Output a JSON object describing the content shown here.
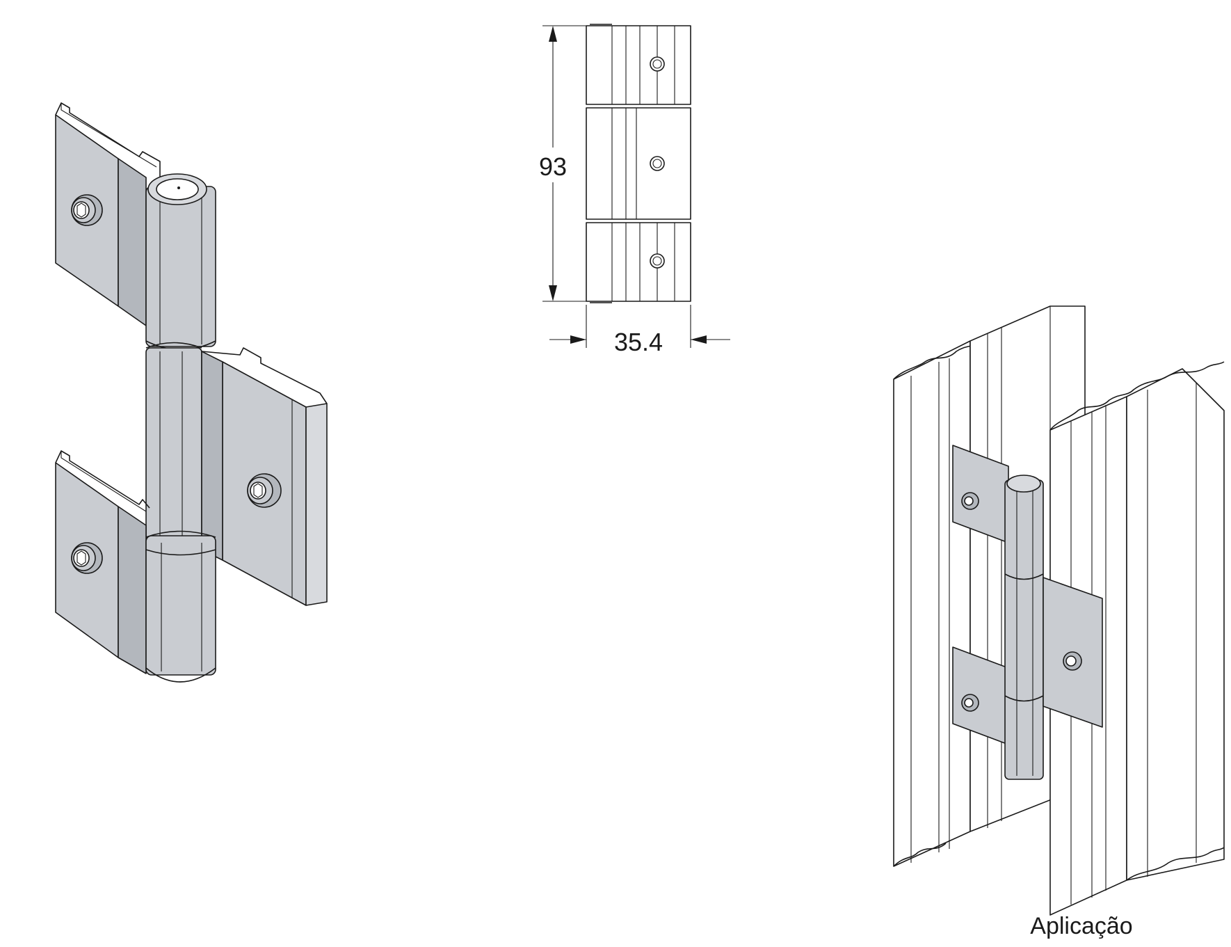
{
  "dimensions": {
    "height_value": "93",
    "width_value": "35.4"
  },
  "application_caption": "Aplicação",
  "colors": {
    "metal": "#c9ccd1",
    "line": "#1a1a1a",
    "background": "#ffffff"
  }
}
